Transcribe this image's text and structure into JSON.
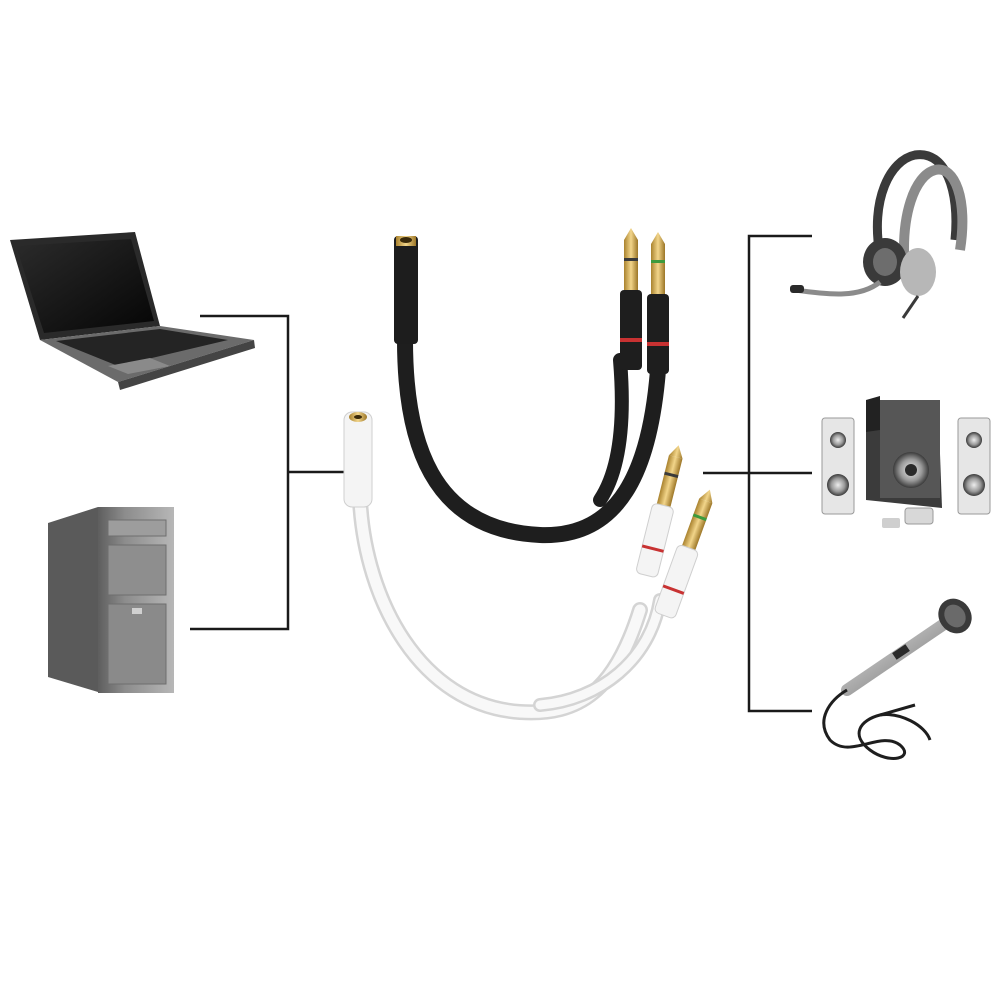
{
  "diagram": {
    "left_devices": [
      {
        "id": "laptop",
        "icon": "laptop-icon"
      },
      {
        "id": "desktop",
        "icon": "desktop-tower-icon"
      }
    ],
    "right_devices": [
      {
        "id": "headset",
        "icon": "headset-icon"
      },
      {
        "id": "speakers",
        "icon": "speaker-system-icon"
      },
      {
        "id": "microphone",
        "icon": "microphone-icon"
      }
    ],
    "cables": [
      {
        "id": "black-splitter",
        "color": "#1e1e1e",
        "icon": "black-y-splitter-cable-icon"
      },
      {
        "id": "white-splitter",
        "color": "#f4f4f4",
        "icon": "white-y-splitter-cable-icon"
      }
    ],
    "colors": {
      "connector_line": "#1a1a1a",
      "plug_gold": "#d8b25a",
      "mic_ring": "#3d9a3d",
      "headphone_ring": "#c83232"
    }
  }
}
